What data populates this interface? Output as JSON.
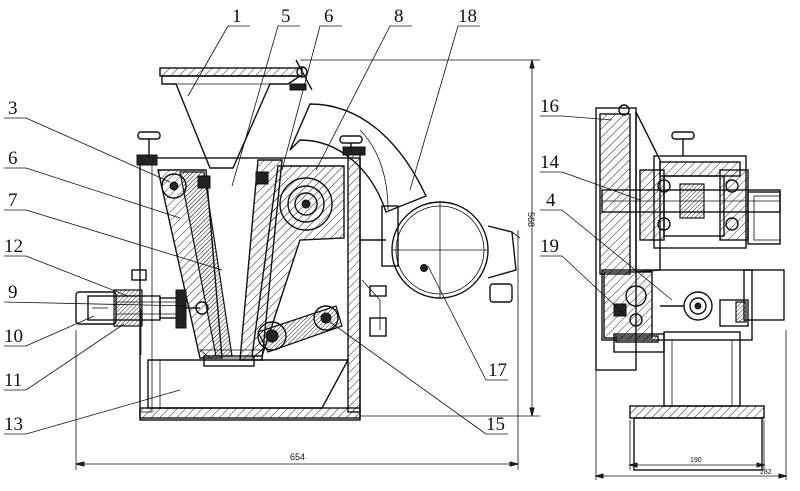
{
  "callouts": {
    "c1": "1",
    "c5": "5",
    "c6a": "6",
    "c8": "8",
    "c18": "18",
    "c3": "3",
    "c6b": "6",
    "c7": "7",
    "c12": "12",
    "c9": "9",
    "c10": "10",
    "c11": "11",
    "c13": "13",
    "c15": "15",
    "c17": "17",
    "c16": "16",
    "c14": "14",
    "c4": "4",
    "c19": "19"
  },
  "dimensions": {
    "front_width": "654",
    "front_height": "568",
    "side_inner_width": "190",
    "side_outer_width": "282"
  }
}
